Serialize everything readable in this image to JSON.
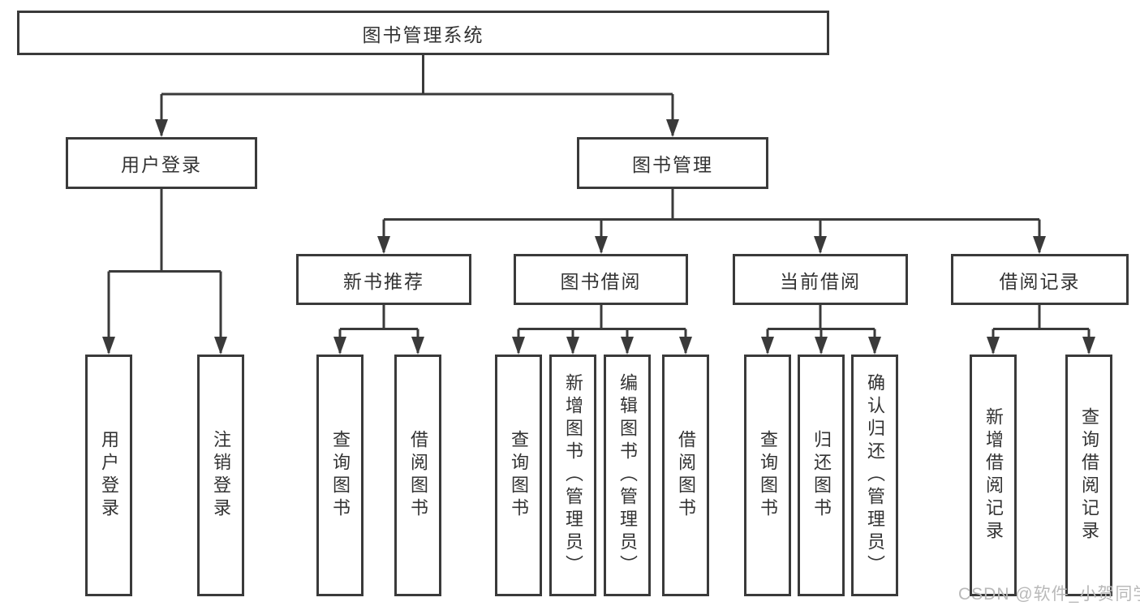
{
  "tree": {
    "label": "图书管理系统",
    "children": [
      {
        "label": "用户登录",
        "children": [
          {
            "label": "用户登录"
          },
          {
            "label": "注销登录"
          }
        ]
      },
      {
        "label": "图书管理",
        "children": [
          {
            "label": "新书推荐",
            "children": [
              {
                "label": "查询图书"
              },
              {
                "label": "借阅图书"
              }
            ]
          },
          {
            "label": "图书借阅",
            "children": [
              {
                "label": "查询图书"
              },
              {
                "label": "新增图书（管理员）"
              },
              {
                "label": "编辑图书（管理员）"
              },
              {
                "label": "借阅图书"
              }
            ]
          },
          {
            "label": "当前借阅",
            "children": [
              {
                "label": "查询图书"
              },
              {
                "label": "归还图书"
              },
              {
                "label": "确认归还（管理员）"
              }
            ]
          },
          {
            "label": "借阅记录",
            "children": [
              {
                "label": "新增借阅记录"
              },
              {
                "label": "查询借阅记录"
              }
            ]
          }
        ]
      }
    ]
  },
  "watermark": {
    "text": "CSDN @软件_小贺同学"
  },
  "colors": {
    "line": "#3a3a3a",
    "text": "#333333",
    "watermark": "#b9b9b9"
  }
}
